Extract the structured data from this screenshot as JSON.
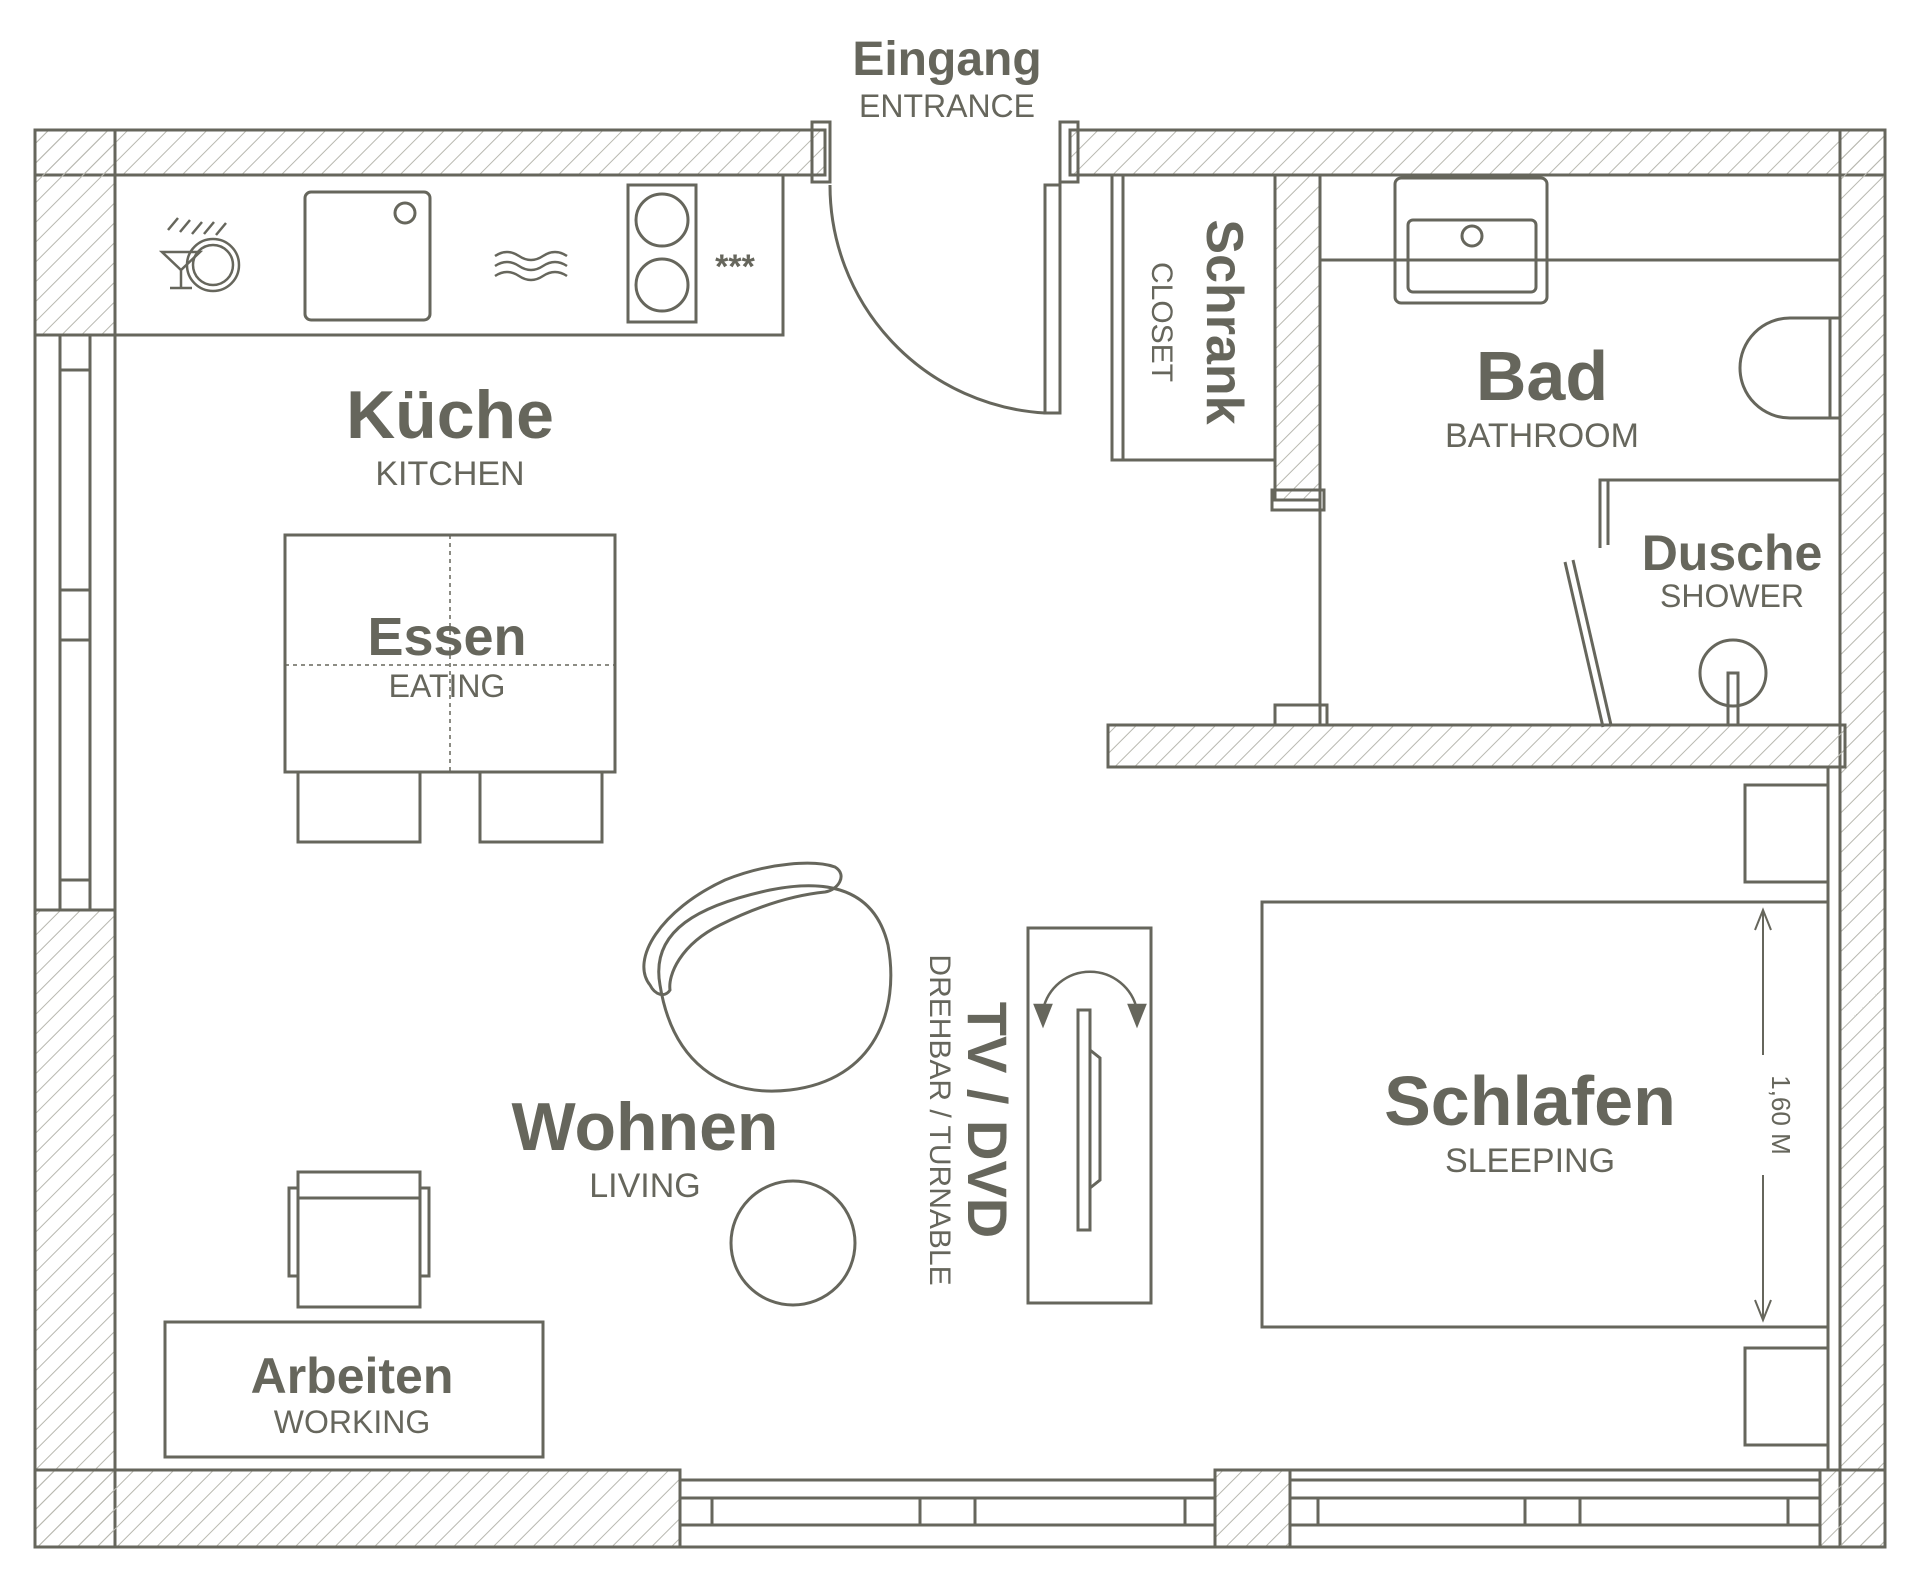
{
  "colors": {
    "line": "#66665c",
    "hatch": "#b8b8b0",
    "background": "#ffffff"
  },
  "labels": {
    "entrance": {
      "de": "Eingang",
      "en": "ENTRANCE"
    },
    "kitchen": {
      "de": "Küche",
      "en": "KITCHEN"
    },
    "closet": {
      "de": "Schrank",
      "en": "CLOSET"
    },
    "bathroom": {
      "de": "Bad",
      "en": "BATHROOM"
    },
    "shower": {
      "de": "Dusche",
      "en": "SHOWER"
    },
    "eating": {
      "de": "Essen",
      "en": "EATING"
    },
    "living": {
      "de": "Wohnen",
      "en": "LIVING"
    },
    "tv": {
      "de": "TV / DVD",
      "en": "DREHBAR / TURNABLE"
    },
    "sleeping": {
      "de": "Schlafen",
      "en": "SLEEPING"
    },
    "working": {
      "de": "Arbeiten",
      "en": "WORKING"
    }
  },
  "bed_width_label": "1,60 M",
  "cooktop_symbol": "***",
  "icons": [
    "glass-plate-icon",
    "sink-icon",
    "heat-waves-icon",
    "cooktop-icon",
    "toilet-icon",
    "shower-drain-icon",
    "rotate-arrow-icon"
  ]
}
